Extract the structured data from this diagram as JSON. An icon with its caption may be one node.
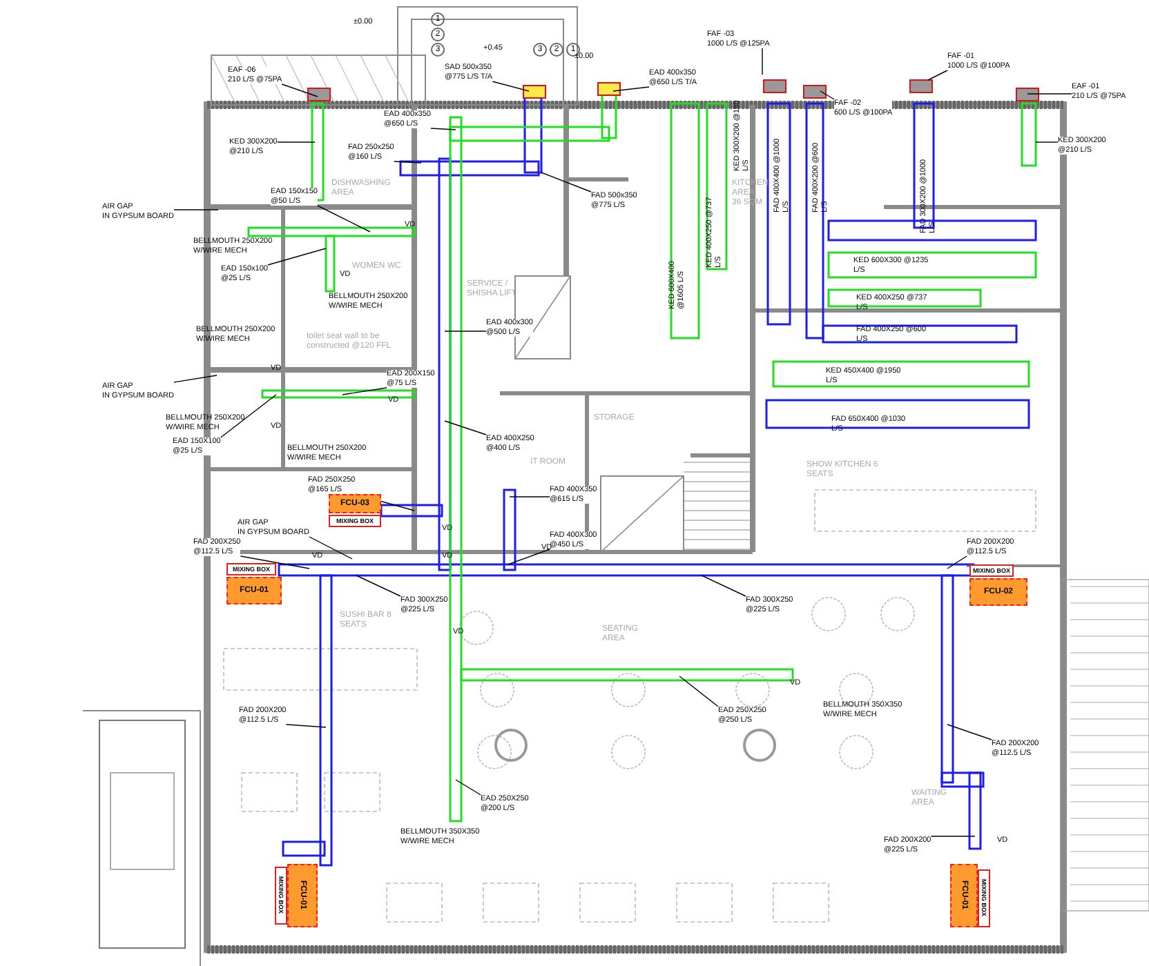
{
  "diagram": {
    "nodes": [
      {
        "text": [
          "EAF -06",
          "210 L/S @75PA"
        ]
      },
      {
        "text": [
          "SAD 500x350",
          "@775 L/S T/A"
        ]
      },
      {
        "text": [
          "FAF -03",
          "1000 L/S @125PA"
        ]
      },
      {
        "text": [
          "EAD 400x350",
          "@650 L/S T/A"
        ]
      },
      {
        "text": [
          "FAF -02",
          "600 L/S @100PA"
        ]
      },
      {
        "text": [
          "FAF -01",
          "1000 L/S @100PA"
        ]
      },
      {
        "text": [
          "EAF -01",
          "210 L/S @75PA"
        ]
      },
      {
        "text": [
          "EAD 400x350",
          "@650 L/S"
        ]
      },
      {
        "text": [
          "KED 300X200",
          "@210 L/S"
        ]
      },
      {
        "text": [
          "KED 300X200",
          "@210 L/S"
        ]
      },
      {
        "text": [
          "FAD 250x250",
          "@160 L/S"
        ]
      },
      {
        "text": [
          "FAD 500x350",
          "@775 L/S"
        ]
      },
      {
        "text": [
          "EAD 150x150",
          "@50 L/S"
        ]
      },
      {
        "text": [
          "AIR GAP",
          "IN GYPSUM BOARD"
        ]
      },
      {
        "text": [
          "EAD 150x100",
          "@25 L/S"
        ]
      },
      {
        "text": [
          "EAD 400x300",
          "@500 L/S"
        ]
      },
      {
        "text": [
          "EAD 200X150",
          "@75 L/S"
        ]
      },
      {
        "text": [
          "AIR GAP",
          "IN GYPSUM BOARD"
        ]
      },
      {
        "text": [
          "EAD 150X100",
          "@25 L/S"
        ]
      },
      {
        "text": [
          "EAD 400X250",
          "@400 L/S"
        ]
      },
      {
        "text": [
          "FAD 250X250",
          "@165 L/S"
        ]
      },
      {
        "text": [
          "FAD 400X350",
          "@615 L/S"
        ]
      },
      {
        "text": [
          "AIR GAP",
          "IN GYPSUM BOARD"
        ]
      },
      {
        "text": [
          "FAD 400X300",
          "@450 L/S"
        ]
      },
      {
        "text": [
          "FAD 200X250",
          "@112.5 L/S"
        ]
      },
      {
        "text": [
          "FAD 200X200",
          "@112.5 L/S"
        ]
      },
      {
        "text": [
          "FAD 300X250",
          "@225 L/S"
        ]
      },
      {
        "text": [
          "FAD 300X250",
          "@225 L/S"
        ]
      },
      {
        "text": [
          "FAD 200X200",
          "@112.5 L/S"
        ]
      },
      {
        "text": [
          "EAD 250X250",
          "@250 L/S"
        ]
      },
      {
        "text": [
          "EAD 250X250",
          "@200 L/S"
        ]
      },
      {
        "text": [
          "FAD 200X200",
          "@112.5 L/S"
        ]
      },
      {
        "text": [
          "FAD 200X200",
          "@225 L/S"
        ]
      },
      {
        "text": [
          "FCU-03"
        ]
      },
      {
        "text": [
          "MIXING BOX"
        ]
      },
      {
        "text": [
          "MIXING BOX"
        ]
      },
      {
        "text": [
          "FCU-01"
        ]
      },
      {
        "text": [
          "MIXING BOX"
        ]
      },
      {
        "text": [
          "FCU-02"
        ]
      },
      {
        "text": [
          "MIXING BOX"
        ]
      },
      {
        "text": [
          "FCU-01"
        ]
      },
      {
        "text": [
          "FCU-01"
        ]
      },
      {
        "text": [
          "MIXING BOX"
        ]
      }
    ],
    "edges": [
      {
        "from": 0,
        "to": null,
        "arrow": "none"
      },
      {
        "from": 1,
        "to": null,
        "arrow": "none"
      },
      {
        "from": 2,
        "to": null,
        "arrow": "none"
      },
      {
        "from": 3,
        "to": null,
        "arrow": "none"
      },
      {
        "from": 4,
        "to": null,
        "arrow": "none"
      },
      {
        "from": 5,
        "to": null,
        "arrow": "none"
      },
      {
        "from": 6,
        "to": null,
        "arrow": "none"
      },
      {
        "from": 7,
        "to": null,
        "arrow": "none"
      },
      {
        "from": 8,
        "to": null,
        "arrow": "none"
      },
      {
        "from": 9,
        "to": null,
        "arrow": "none"
      },
      {
        "from": 10,
        "to": null,
        "arrow": "none"
      },
      {
        "from": 11,
        "to": null,
        "arrow": "none"
      },
      {
        "from": 12,
        "to": null,
        "arrow": "none"
      },
      {
        "from": 13,
        "to": null,
        "arrow": "none"
      },
      {
        "from": 14,
        "to": null,
        "arrow": "none"
      },
      {
        "from": 15,
        "to": null,
        "arrow": "none"
      },
      {
        "from": 16,
        "to": null,
        "arrow": "none"
      },
      {
        "from": 17,
        "to": null,
        "arrow": "none"
      },
      {
        "from": 18,
        "to": null,
        "arrow": "none"
      },
      {
        "from": 19,
        "to": null,
        "arrow": "none"
      },
      {
        "from": 20,
        "to": null,
        "arrow": "none"
      },
      {
        "from": 21,
        "to": null,
        "arrow": "none"
      },
      {
        "from": 22,
        "to": null,
        "arrow": "none"
      },
      {
        "from": 23,
        "to": null,
        "arrow": "none"
      },
      {
        "from": 24,
        "to": null,
        "arrow": "none"
      },
      {
        "from": 25,
        "to": null,
        "arrow": "none"
      },
      {
        "from": 26,
        "to": null,
        "arrow": "none"
      },
      {
        "from": 27,
        "to": null,
        "arrow": "none"
      },
      {
        "from": 28,
        "to": null,
        "arrow": "none"
      },
      {
        "from": 29,
        "to": null,
        "arrow": "none"
      },
      {
        "from": 30,
        "to": null,
        "arrow": "none"
      },
      {
        "from": 31,
        "to": null,
        "arrow": "none"
      },
      {
        "from": 32,
        "to": null,
        "arrow": "none"
      }
    ],
    "labels": [
      "1",
      "2",
      "3",
      "3",
      "2",
      "1",
      "±0.00",
      "+0.45",
      "±0.00",
      "DISHWASHING AREA",
      "BELLMOUTH 250X200 W/WIRE MECH",
      "WOMEN WC",
      "BELLMOUTH 250X200 W/WIRE MECH",
      "SERVICE / SHISHA LIFT",
      "KITCHEN AREA: 36 SQM",
      "KED 300X200 @180 L/S",
      "FAD 400X400 @1000 L/S",
      "FAD 400X200 @600 L/S",
      "FAD 300X200 @1000 L/S",
      "KED 600X400 @1605 L/S",
      "KED 400X250 @737 L/S",
      "KED 600X300 @1235 L/S",
      "KED 400X250 @737 L/S",
      "BELLMOUTH 250X200 W/WIRE MECH",
      "toilet seat wall to be constructed @120 FFL",
      "FAD 400X250 @600 L/S",
      "KED 450X400 @1950 L/S",
      "BELLMOUTH 250X200 W/WIRE MECH",
      "STORAGE",
      "FAD 650X400 @1030 L/S",
      "BELLMOUTH 250X200 W/WIRE MECH",
      "IT ROOM",
      "SHOW KITCHEN 6 SEATS",
      "SUSHI BAR 8 SEATS",
      "SEATING AREA",
      "BELLMOUTH 350X350 W/WIRE MECH",
      "BELLMOUTH 350X350 W/WIRE MECH",
      "WAITING AREA",
      "VD",
      "VD",
      "VD",
      "VD",
      "VD",
      "VD",
      "VD",
      "VD",
      "VD",
      "VD",
      "VD",
      "VD"
    ]
  }
}
